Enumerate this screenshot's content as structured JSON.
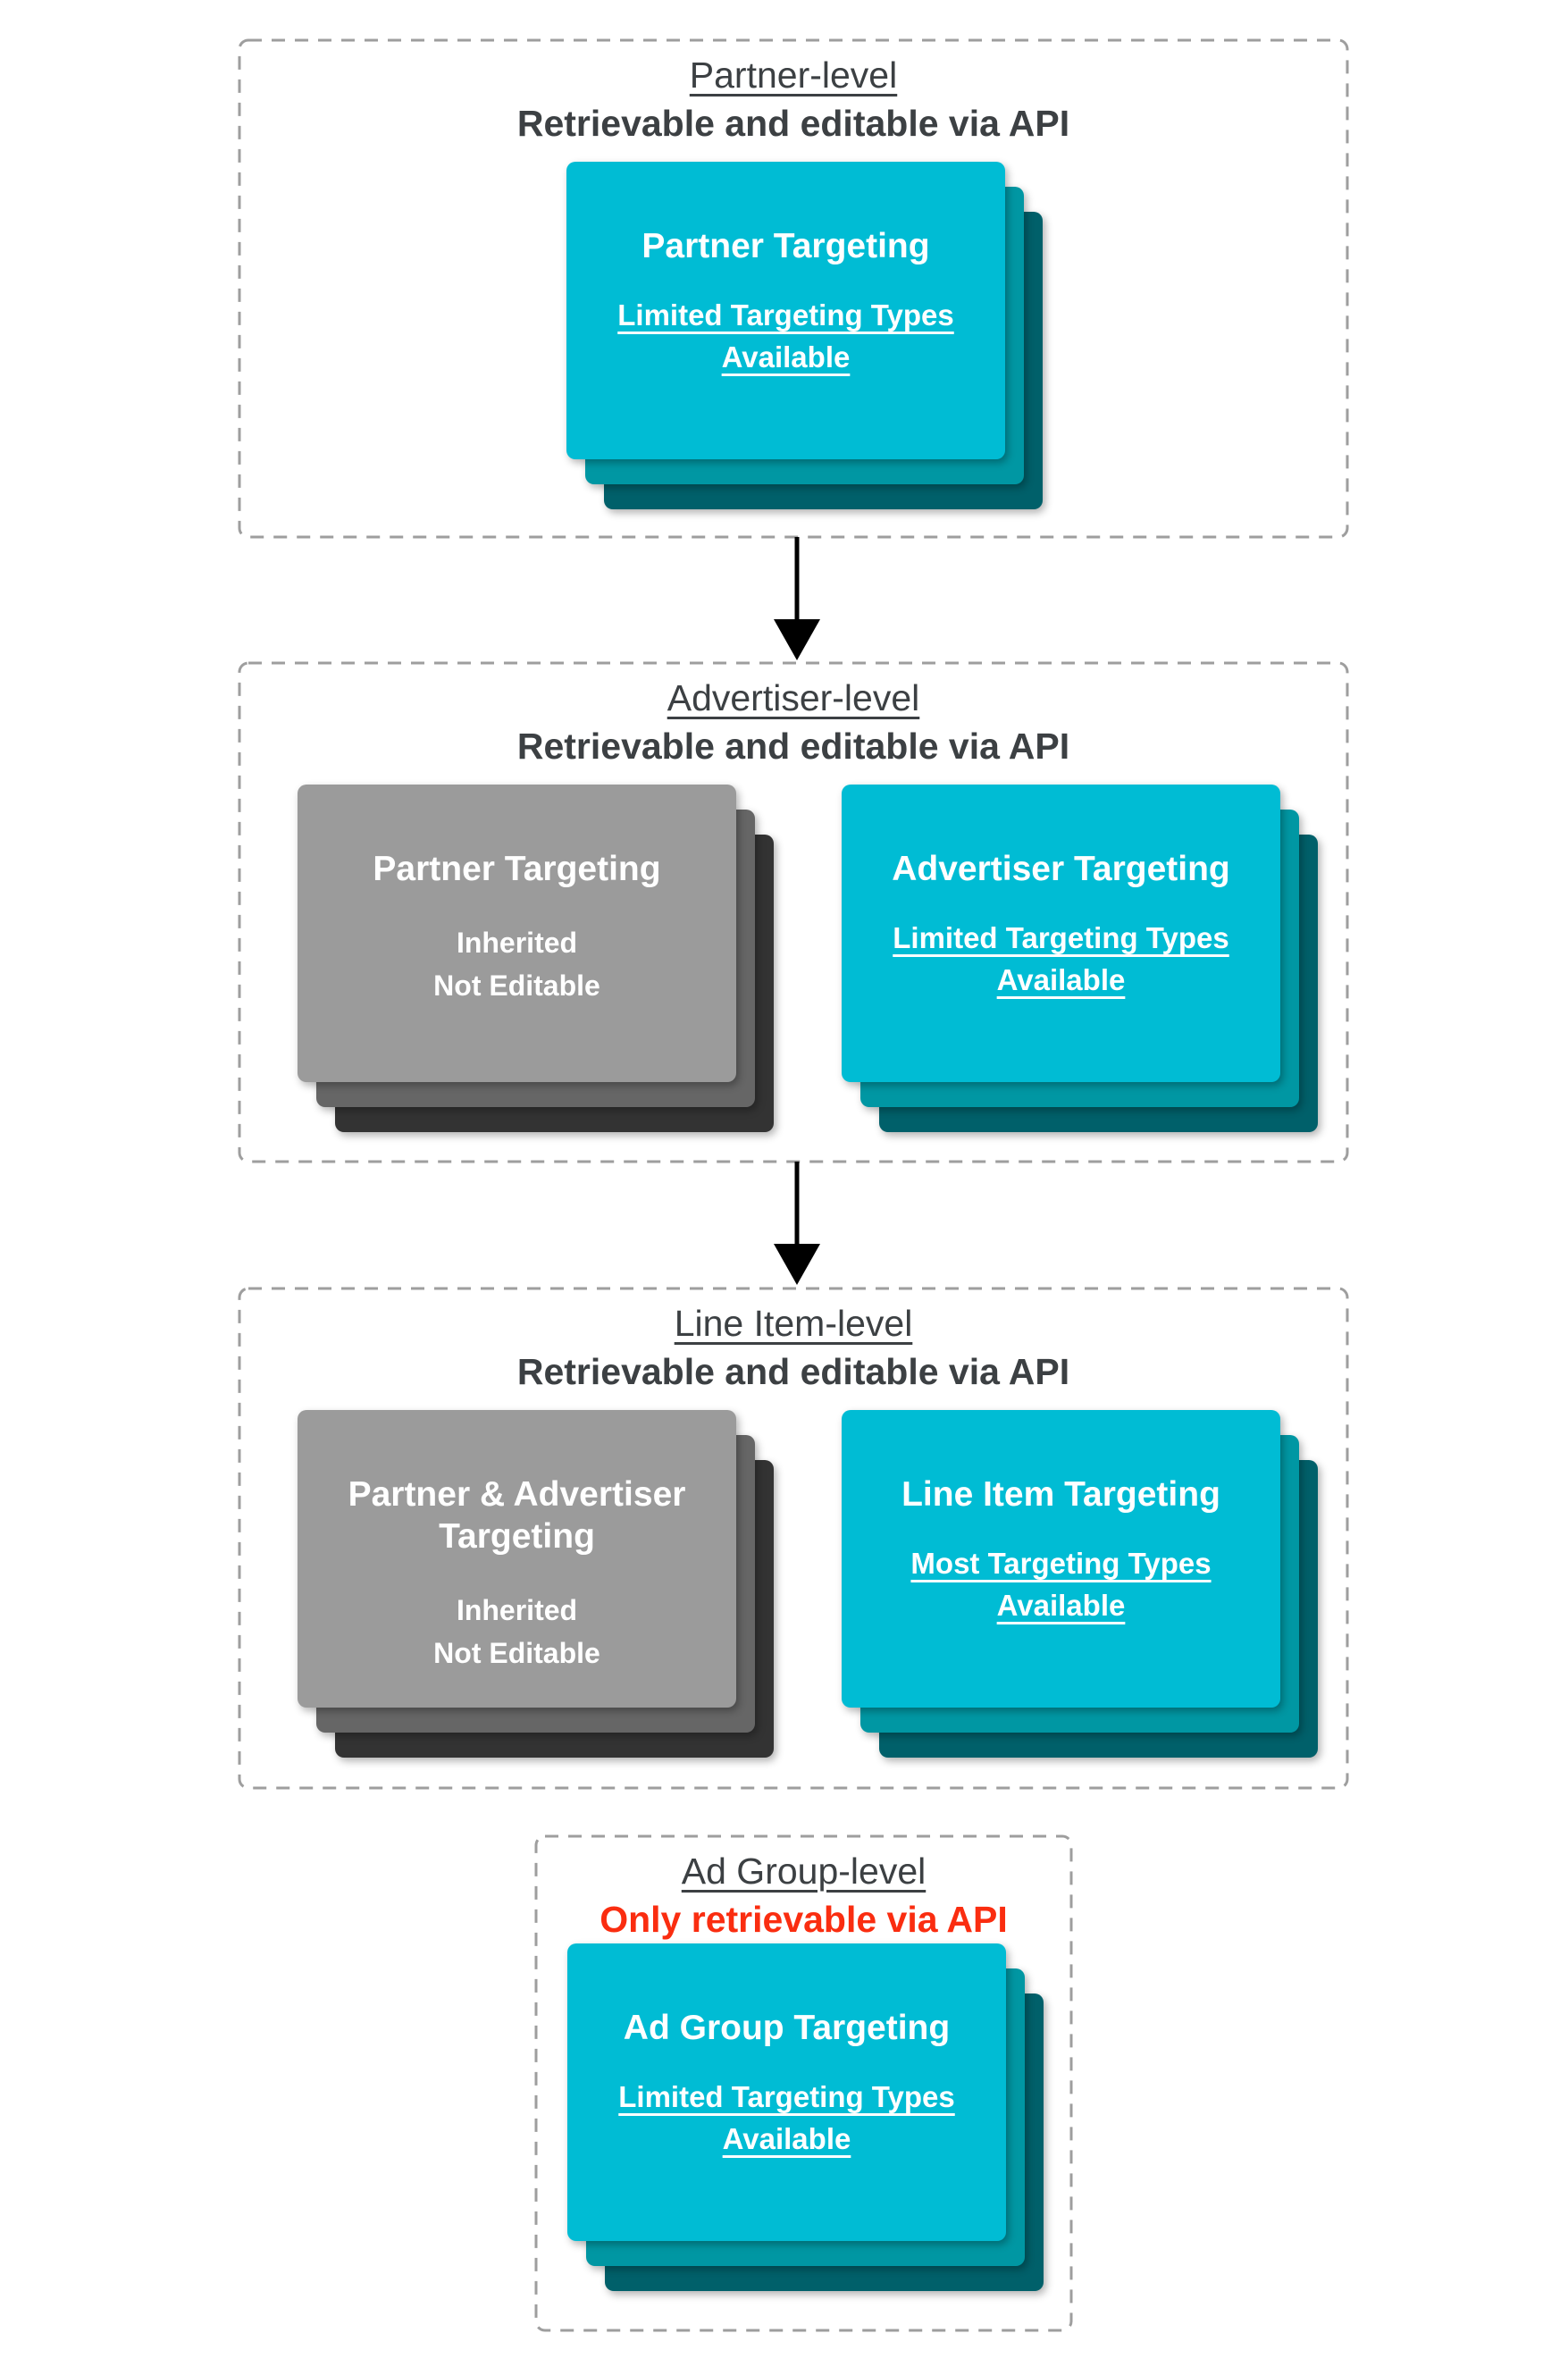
{
  "colors": {
    "page_bg": "#ffffff",
    "text_dark": "#3c4043",
    "red_warning": "#fa2d10",
    "border_dashed": "#9e9e9e",
    "card_text": "#ffffff",
    "arrow": "#000000",
    "cyan_front": "#00bcd4",
    "cyan_mid": "#0097a3",
    "cyan_back": "#00606a",
    "gray_front": "#9b9b9b",
    "gray_mid": "#666666",
    "gray_back": "#333333"
  },
  "sections": [
    {
      "title": "Partner-level",
      "subtitle": "Retrievable and editable via API",
      "cards": [
        {
          "heading": "Partner Targeting",
          "link_lines": [
            "Limited Targeting Types",
            "Available"
          ]
        }
      ]
    },
    {
      "title": "Advertiser-level",
      "subtitle": "Retrievable and editable via API",
      "cards": [
        {
          "heading": "Partner Targeting",
          "note_lines": [
            "Inherited",
            "Not Editable"
          ]
        },
        {
          "heading": "Advertiser Targeting",
          "link_lines": [
            "Limited Targeting Types",
            "Available"
          ]
        }
      ]
    },
    {
      "title": "Line Item-level",
      "subtitle": "Retrievable and editable via API",
      "cards": [
        {
          "heading": "Partner & Advertiser Targeting",
          "note_lines": [
            "Inherited",
            "Not Editable"
          ]
        },
        {
          "heading": "Line Item Targeting",
          "link_lines": [
            "Most Targeting Types",
            "Available"
          ]
        }
      ]
    },
    {
      "title": "Ad Group-level",
      "subtitle": "Only retrievable via API",
      "cards": [
        {
          "heading": "Ad Group Targeting",
          "link_lines": [
            "Limited Targeting Types",
            "Available"
          ]
        }
      ]
    }
  ]
}
